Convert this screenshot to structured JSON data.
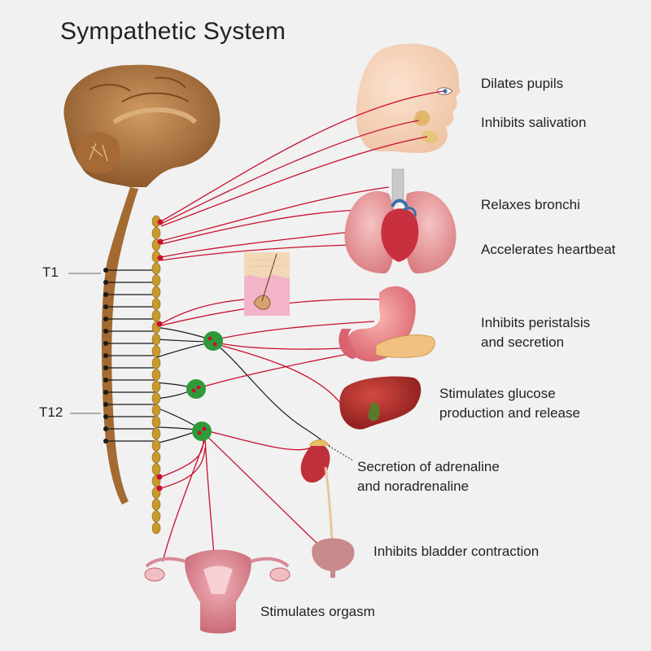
{
  "title": "Sympathetic System",
  "spine_labels": {
    "upper": "T1",
    "lower": "T12"
  },
  "effects": [
    {
      "id": "pupils",
      "lines": [
        "Dilates pupils"
      ]
    },
    {
      "id": "salivation",
      "lines": [
        "Inhibits salivation"
      ]
    },
    {
      "id": "bronchi",
      "lines": [
        "Relaxes bronchi"
      ]
    },
    {
      "id": "heartbeat",
      "lines": [
        "Accelerates heartbeat"
      ]
    },
    {
      "id": "peristalsis",
      "lines": [
        "Inhibits peristalsis",
        "and secretion"
      ]
    },
    {
      "id": "glucose",
      "lines": [
        "Stimulates glucose",
        "production and release"
      ]
    },
    {
      "id": "adrenaline",
      "lines": [
        "Secretion of adrenaline",
        "and noradrenaline"
      ]
    },
    {
      "id": "bladder",
      "lines": [
        "Inhibits bladder contraction"
      ]
    },
    {
      "id": "orgasm",
      "lines": [
        "Stimulates orgasm"
      ]
    }
  ],
  "colors": {
    "nerve": "#c8102e",
    "preganglionic": "#1a1a1a",
    "ganglion": "#2e9a3a",
    "chain": "#c89a2a",
    "brain": "#b8834e",
    "skin": "#f4c9a8",
    "lung": "#e9a3a3",
    "heart": "#c83040",
    "stomach": "#e8868a",
    "liver": "#b02a28",
    "kidney": "#c0303a",
    "bladder": "#c88a8a",
    "uterus": "#d88a94"
  }
}
